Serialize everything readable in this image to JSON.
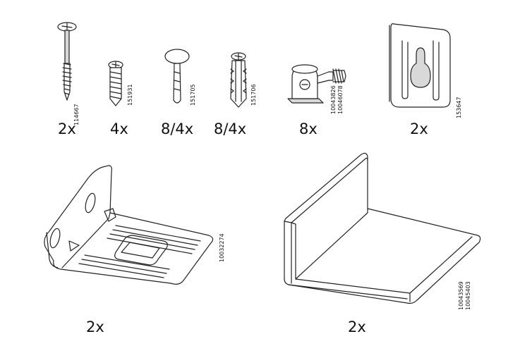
{
  "parts": [
    {
      "id": "wood-screw",
      "quantity": "2x",
      "numbers": [
        "114667"
      ]
    },
    {
      "id": "plastic-plug",
      "quantity": "4x",
      "numbers": [
        "151931"
      ]
    },
    {
      "id": "cap-pin",
      "quantity": "8/4x",
      "numbers": [
        "151705"
      ]
    },
    {
      "id": "expansion-dowel",
      "quantity": "8/4x",
      "numbers": [
        "151706"
      ]
    },
    {
      "id": "cam-connector",
      "quantity": "8x",
      "numbers": [
        "10043826",
        "10046078"
      ]
    },
    {
      "id": "keyhole-plate",
      "quantity": "2x",
      "numbers": [
        "153647"
      ]
    },
    {
      "id": "angle-bracket-ribbed",
      "quantity": "2x",
      "numbers": [
        "10032274"
      ]
    },
    {
      "id": "angle-bracket-plain",
      "quantity": "2x",
      "numbers": [
        "10043569",
        "10045403"
      ]
    }
  ]
}
